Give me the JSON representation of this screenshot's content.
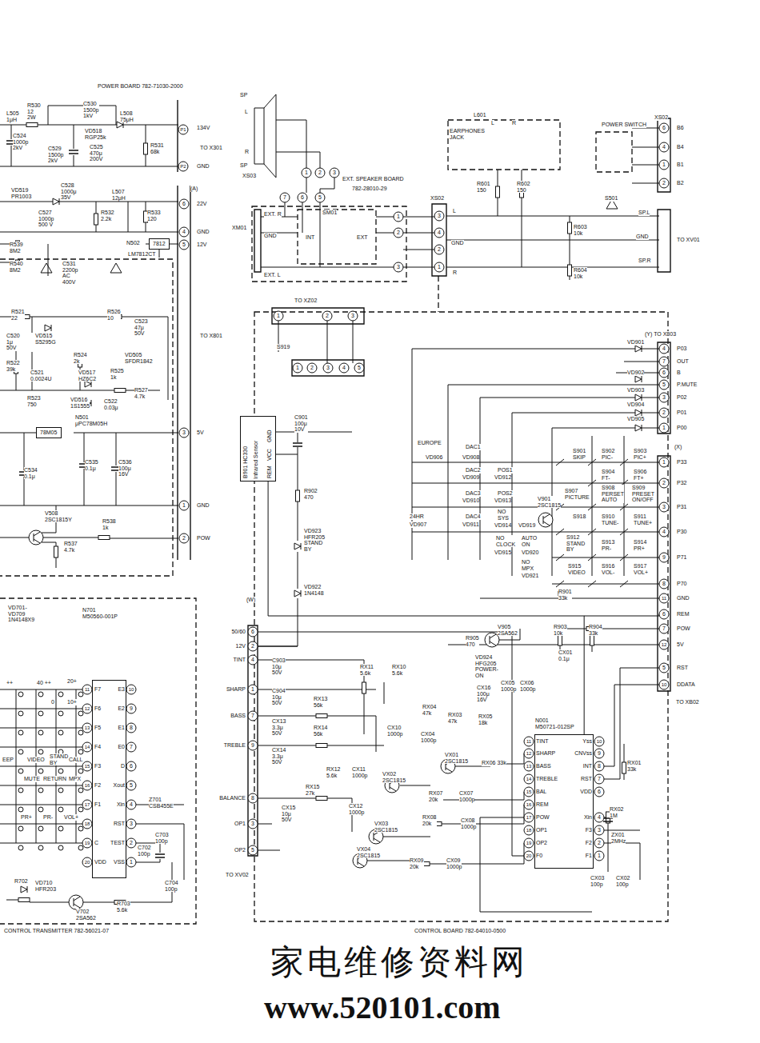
{
  "diagram": {
    "nodes": [
      {
        "text": [
          "N701",
          "M50560-001P"
        ]
      },
      {
        "text": [
          "N001",
          "M50721-012SP"
        ]
      },
      {
        "text": [
          "78M05"
        ]
      },
      {
        "text": [
          "7812"
        ]
      },
      {
        "text": [
          "Infrared Sensor"
        ]
      }
    ],
    "edges": [
      {
        "from": 4,
        "to": 1,
        "arrow": "none"
      }
    ],
    "labels": [
      "POWER BOARD 782-71030-2000",
      "L505 1μH",
      "R530 12 2W",
      "C530 1500p 1kV",
      "VD518 RGP25k",
      "L508 75μH",
      "C524 1000p 2kV",
      "C529 1500p 2kV",
      "C525 470μ 200V",
      "R531 68k",
      "P1",
      "134V",
      "TO X301",
      "P2",
      "GND",
      "VD519 PR1003",
      "C528 1000μ 35V",
      "L507 12μH",
      "C527 1000p 500 V",
      "R532 2.2k",
      "R533 120",
      "(A)",
      "6",
      "22V",
      "4",
      "GND",
      "5",
      "12V",
      "R539 8M2",
      "R540 8M2",
      "C531 2200p AC 400V",
      "N502",
      "LM7812CT",
      "R521 22",
      "C520 1μ 50V",
      "VD515 S5295G",
      "R522 39k",
      "R524 2k",
      "R526 10",
      "C523 47μ 50V",
      "VD505 SFDR1842",
      "C521 0.0024U",
      "VD517 HZ6C2",
      "R525 1k",
      "R523 750",
      "VD516 1S1555",
      "C522 0.03μ",
      "R527 4.7k",
      "TO X801",
      "N501 μPC78M05H",
      "3",
      "5V",
      "C534 0.1μ",
      "C535 0.1μ",
      "C536 100μ 16V",
      "1",
      "GND",
      "V508 2SC1815Y",
      "R538 1k",
      "R537 4.7k",
      "2",
      "POW",
      "VD701-VD709 1N4148X9",
      "++",
      "40 ++",
      "20+",
      "0",
      "10+",
      "EEP",
      "VIDEO",
      "STAND BY",
      "CALL",
      "MUTE",
      "RETURN",
      "MPX",
      "PR+",
      "PR-",
      "VOL+",
      "11",
      "F7",
      "12",
      "F6",
      "13",
      "F5",
      "14",
      "F4",
      "15",
      "F3",
      "16",
      "F2",
      "17",
      "F1",
      "18",
      "19",
      "C",
      "20",
      "VDD",
      "10",
      "E3",
      "9",
      "E2",
      "8",
      "E1",
      "7",
      "E0",
      "6",
      "D",
      "5",
      "Xout",
      "4",
      "Xin",
      "3",
      "RST",
      "2",
      "TEST",
      "1",
      "VSS",
      "Z701 CSB455E",
      "C703 100p",
      "C702 100p",
      "C704 100p",
      "R702",
      "VD710 HFR203",
      "V702 2SA562",
      "R703 5.6k",
      "CONTROL TRANSMITTER 782-56021-07",
      "SP",
      "L",
      "R",
      "SP",
      "XS03",
      "1",
      "2",
      "3",
      "7",
      "6",
      "5",
      "EXT. SPEAKER BOARD",
      "782-28010-29",
      "XM01",
      "EXT. R",
      "GND",
      "EXT. L",
      "SM01",
      "INT",
      "EXT",
      "1",
      "2",
      "3",
      "XS02",
      "3",
      "4",
      "2",
      "1",
      "L",
      "GND",
      "R",
      "L601",
      "L",
      "R",
      "EARPHONES JACK",
      "R601 150",
      "R602 150",
      "R603 10k",
      "R604 10k",
      "POWER SWITCH",
      "S501",
      "XS02",
      "6",
      "B6",
      "4",
      "B4",
      "1",
      "B1",
      "2",
      "B2",
      "SP.L",
      "GND",
      "TO XV01",
      "SP.R",
      "TO XZ02",
      "1",
      "2",
      "3",
      "S919",
      "1",
      "2",
      "3",
      "4",
      "5",
      "B901 HC330",
      "GND",
      "VCC",
      "REM",
      "C901 100μ 10V",
      "R902 470",
      "VD923 HFR205 STAND BY",
      "VD922 1N4148",
      "(Y) TO X803",
      "4",
      "P03",
      "7",
      "OUT",
      "6",
      "B",
      "5",
      "P.MUTE",
      "3",
      "P02",
      "2",
      "P01",
      "1",
      "P00",
      "VD901",
      "VD902",
      "VD903",
      "VD904",
      "VD905",
      "(X)",
      "1",
      "P33",
      "2",
      "P32",
      "3",
      "P31",
      "4",
      "P30",
      "9",
      "P71",
      "8",
      "P70",
      "11",
      "GND",
      "6",
      "REM",
      "7",
      "POW",
      "12",
      "5V",
      "5",
      "RST",
      "10",
      "DDATA",
      "TO XB02",
      "EUROPE",
      "VD906",
      "DAC1",
      "VD908",
      "DAC2",
      "VD909",
      "POS1",
      "VD912",
      "DAC3",
      "VD910",
      "POS2",
      "VD913",
      "24HR",
      "VD907",
      "DAC4",
      "VD911",
      "NO SYS",
      "VD914",
      "V901 2SC1815",
      "VD919",
      "NO CLOCK",
      "VD915",
      "AUTO ON",
      "VD920",
      "NO MPX",
      "VD921",
      "S901 SKIP",
      "S902 PIC-",
      "S903 PIC+",
      "S904 FT-",
      "S906 FT+",
      "S907 PICTURE",
      "S908 PERSET AUTO",
      "S909 PRESET ON/OFF",
      "S918",
      "S910 TUNE-",
      "S911 TUNE+",
      "S912 STAND BY",
      "S913 PR-",
      "S914 PR+",
      "S915 VIDEO",
      "S916 VOL-",
      "S917 VOL+",
      "R901 33k",
      "(W)",
      "6",
      "50/60",
      "2",
      "12V",
      "4",
      "TINT",
      "1",
      "SHARP",
      "7",
      "BASS",
      "9",
      "TREBLE",
      "8",
      "BALANCE",
      "3",
      "OP1",
      "5",
      "OP2",
      "TO XV02",
      "V905 2SA562",
      "R905 470",
      "R903 10k",
      "R904 33k",
      "VD924 HFG205 POWER-ON",
      "CX01 0.1μ",
      "CX05 1000p",
      "CX06 1000p",
      "CX16 100μ 16V",
      "RX03 47k",
      "RX05 18k",
      "C903 10μ 50V",
      "C904 10μ 50V",
      "CX13 3.3μ 50V",
      "CX14 3.3μ 50V",
      "RX11 5.6k",
      "RX10 5.6k",
      "RX13 56k",
      "RX14 56k",
      "RX04 47k",
      "CX10 1000p",
      "CX04 1000p",
      "VX01 2SC1815",
      "RX06 33k",
      "RX12 5.6k",
      "CX11 1000p",
      "VX02 2SC1815",
      "RX07 20k",
      "CX07 1000p",
      "RX15 27k",
      "CX15 10μ 50V",
      "CX12 1000p",
      "VX03 2SC1815",
      "RX08 20k",
      "CX08 1000p",
      "VX04 2SC1815",
      "RX09 20k",
      "CX09 1000p",
      "11",
      "TINT",
      "12",
      "SHARP",
      "13",
      "BASS",
      "14",
      "TREBLE",
      "15",
      "BAL",
      "16",
      "REM",
      "17",
      "POW",
      "18",
      "OP1",
      "19",
      "OP2",
      "20",
      "F0",
      "10",
      "Yss",
      "9",
      "CNVss",
      "8",
      "INT",
      "7",
      "RST",
      "6",
      "VDD",
      "4",
      "Xin",
      "3",
      "F3",
      "2",
      "F2",
      "1",
      "F1",
      "RX01 33k",
      "RX02 1M",
      "ZX01 2MHz",
      "CX03 100p",
      "CX02 100p",
      "CONTROL BOARD 782-64010-0500",
      "家电维修资料网",
      "www.520101.com"
    ]
  }
}
